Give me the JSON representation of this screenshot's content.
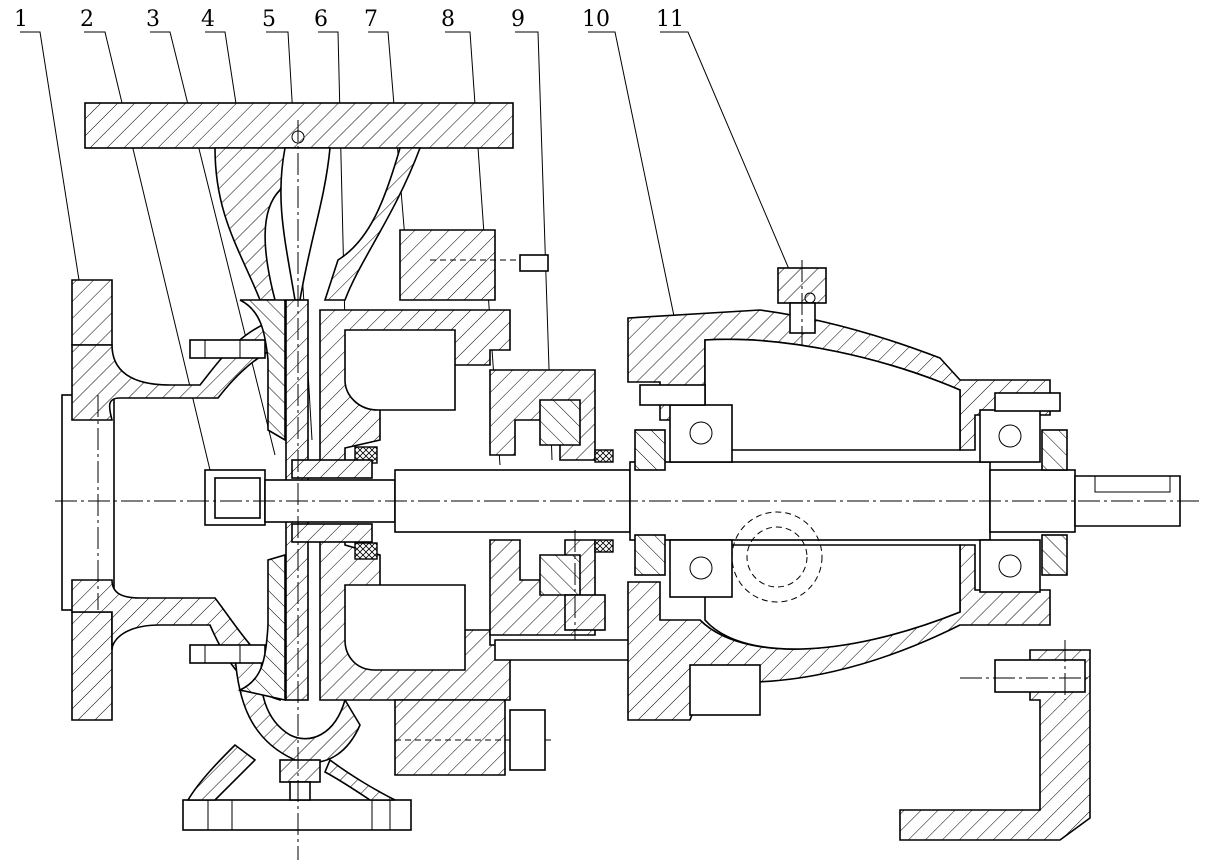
{
  "callouts": [
    {
      "number": "1"
    },
    {
      "number": "2"
    },
    {
      "number": "3"
    },
    {
      "number": "4"
    },
    {
      "number": "5"
    },
    {
      "number": "6"
    },
    {
      "number": "7"
    },
    {
      "number": "8"
    },
    {
      "number": "9"
    },
    {
      "number": "10"
    },
    {
      "number": "11"
    }
  ],
  "colors": {
    "line": "#000000",
    "background": "#ffffff"
  }
}
